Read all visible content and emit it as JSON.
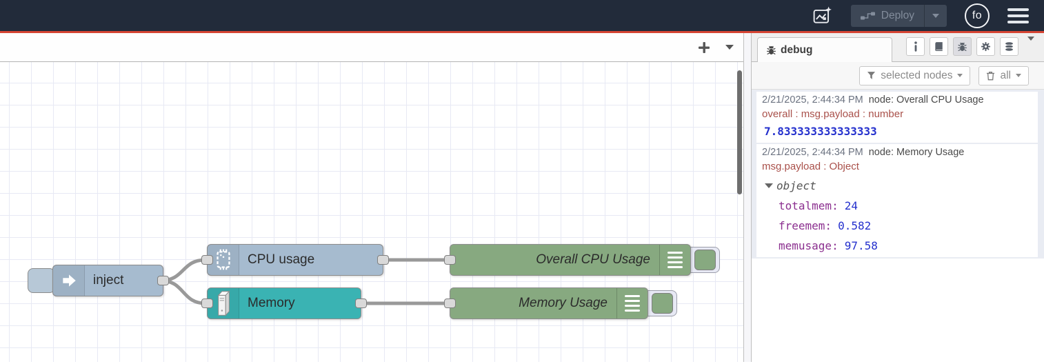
{
  "header": {
    "deploy_label": "Deploy",
    "avatar_initials": "fo"
  },
  "canvas": {
    "nodes": [
      {
        "id": "inject",
        "label": "inject",
        "color": "#a6bbcf"
      },
      {
        "id": "cpu-usage",
        "label": "CPU usage",
        "color": "#a6bbcf"
      },
      {
        "id": "memory",
        "label": "Memory",
        "color": "#3ab3b3"
      },
      {
        "id": "overall-cpu-usage",
        "label": "Overall CPU Usage",
        "color": "#87a980"
      },
      {
        "id": "memory-usage",
        "label": "Memory Usage",
        "color": "#87a980"
      }
    ],
    "wire_color": "#999999"
  },
  "sidebar": {
    "tab_label": "debug",
    "filter_button_label": "selected nodes",
    "clear_button_label": "all",
    "messages": [
      {
        "timestamp": "2/21/2025, 2:44:34 PM",
        "source": "node: Overall CPU Usage",
        "meta": "overall : msg.payload : number",
        "value": "7.833333333333333"
      },
      {
        "timestamp": "2/21/2025, 2:44:34 PM",
        "source": "node: Memory Usage",
        "meta": "msg.payload : Object",
        "tree_label": "object",
        "props": [
          {
            "key": "totalmem:",
            "value": "24"
          },
          {
            "key": "freemem:",
            "value": "0.582"
          },
          {
            "key": "memusage:",
            "value": "97.58"
          }
        ]
      }
    ]
  },
  "colors": {
    "header_bg": "#222b3a",
    "header_accent": "#d64534",
    "node_blue": "#a6bbcf",
    "node_teal": "#3ab3b3",
    "node_green": "#87a980",
    "debug_key": "#8b2f8f",
    "debug_value": "#2430cd",
    "debug_meta": "#a9504a"
  }
}
